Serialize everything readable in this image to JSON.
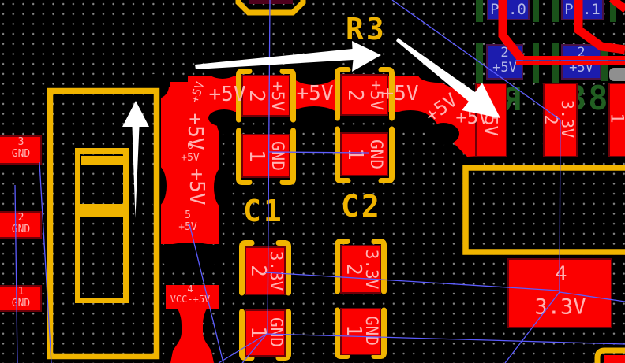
{
  "app": {
    "view": "pcb-layout-canvas"
  },
  "colors": {
    "copper": "#fb0000",
    "pad_border": "#6f0008",
    "silkscreen": "#f0b400",
    "pad_text": "#ffb2b2",
    "bottom_pad": "#1c1cae",
    "bottom_pad_text": "#b4b8e6",
    "back_silk_green": "#215e21",
    "ratsnest": "#5c5cff",
    "grid_dot": "#8a8a8a",
    "arrow": "#ffffff",
    "gray_part": "#8f8f8f",
    "background": "#000000"
  },
  "silkscreen": {
    "r3": "R3",
    "c1": "C1",
    "c2": "C2"
  },
  "back_silk": {
    "ref": "Я",
    "digits": "38"
  },
  "connector": {
    "pad3": {
      "num": "3",
      "net": "GND"
    },
    "pad2": {
      "num": "2",
      "net": "GND"
    },
    "pad1": {
      "num": "1",
      "net": "GND"
    },
    "pad6": {
      "num": "6",
      "net": "+5V"
    },
    "pad5": {
      "num": "5",
      "net": "+5V"
    },
    "pad4": {
      "num": "4",
      "net": "VCC-+5V"
    }
  },
  "pour_labels": {
    "h1": "+5V",
    "h2": "+5V",
    "h3": "+5V",
    "h4": "+5V",
    "diag1": "+5V",
    "diag2": "+5V",
    "vert1": "+5V",
    "vert2": "+5V"
  },
  "capacitors": {
    "upper": [
      {
        "pad2": {
          "num": "2",
          "net": "+5V"
        },
        "pad1": {
          "num": "1",
          "net": "GND"
        }
      },
      {
        "pad2": {
          "num": "2",
          "net": "+5V"
        },
        "pad1": {
          "num": "1",
          "net": "GND"
        }
      }
    ],
    "lower": [
      {
        "pad2": {
          "num": "2",
          "net": "3.3V"
        },
        "pad1": {
          "num": "1",
          "net": "GND"
        }
      },
      {
        "pad2": {
          "num": "2",
          "net": "3.3V"
        },
        "pad1": {
          "num": "1",
          "net": "GND"
        }
      }
    ]
  },
  "regulator": {
    "pin_in": {
      "net": "+5V"
    },
    "pin2": {
      "num": "2",
      "net": "3.3V"
    },
    "pin1": {
      "num": "1"
    },
    "tab": {
      "num": "4",
      "net": "3.3V"
    }
  },
  "header_pads": {
    "p00": "P0.0",
    "p01": "P0.1",
    "pins": [
      {
        "num": "2",
        "net": "+5V"
      },
      {
        "num": "2",
        "net": "+5V"
      }
    ]
  }
}
